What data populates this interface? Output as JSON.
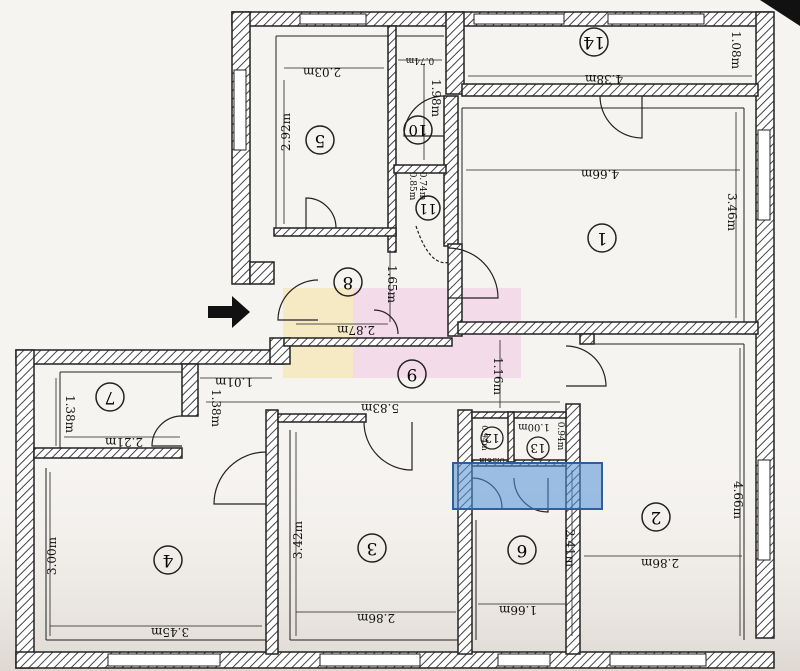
{
  "rooms": [
    {
      "id": "r1",
      "number": "1"
    },
    {
      "id": "r2",
      "number": "2"
    },
    {
      "id": "r3",
      "number": "3"
    },
    {
      "id": "r4",
      "number": "4"
    },
    {
      "id": "r5",
      "number": "5"
    },
    {
      "id": "r6",
      "number": "6"
    },
    {
      "id": "r7",
      "number": "7"
    },
    {
      "id": "r8",
      "number": "8"
    },
    {
      "id": "r9",
      "number": "9"
    },
    {
      "id": "r10",
      "number": "10"
    },
    {
      "id": "r11",
      "number": "11"
    },
    {
      "id": "r12",
      "number": "12"
    },
    {
      "id": "r13",
      "number": "13"
    },
    {
      "id": "r14",
      "number": "14"
    }
  ],
  "dimensions": [
    {
      "id": "d14w",
      "text": "4.38m"
    },
    {
      "id": "d14h",
      "text": "1.08m"
    },
    {
      "id": "d5w",
      "text": "2.03m"
    },
    {
      "id": "d5h",
      "text": "2.92m"
    },
    {
      "id": "d10w",
      "text": "0.74m"
    },
    {
      "id": "d10h",
      "text": "1.98m"
    },
    {
      "id": "d1w",
      "text": "4.66m"
    },
    {
      "id": "d1h",
      "text": "3.46m"
    },
    {
      "id": "d11w",
      "text": "0.74m"
    },
    {
      "id": "d11h",
      "text": "0.85m"
    },
    {
      "id": "d8h",
      "text": "1.65m"
    },
    {
      "id": "d8w",
      "text": "2.87m"
    },
    {
      "id": "d9a",
      "text": "1.01m"
    },
    {
      "id": "d9h",
      "text": "1.16m"
    },
    {
      "id": "d9w",
      "text": "5.83m"
    },
    {
      "id": "d9b",
      "text": "1.38m"
    },
    {
      "id": "d7h",
      "text": "1.38m"
    },
    {
      "id": "d7w",
      "text": "2.21m"
    },
    {
      "id": "d12w",
      "text": "0.56m"
    },
    {
      "id": "d12h",
      "text": "0.94m"
    },
    {
      "id": "d13w",
      "text": "1.00m"
    },
    {
      "id": "d13h",
      "text": "0.94m"
    },
    {
      "id": "d2h",
      "text": "4.66m"
    },
    {
      "id": "d2w",
      "text": "2.86m"
    },
    {
      "id": "d4h",
      "text": "3.00m"
    },
    {
      "id": "d4w",
      "text": "3.45m"
    },
    {
      "id": "d3h",
      "text": "3.42m"
    },
    {
      "id": "d3w",
      "text": "2.86m"
    },
    {
      "id": "d6h",
      "text": "2.41m"
    },
    {
      "id": "d6w",
      "text": "1.66m"
    }
  ],
  "colors": {
    "wall": "#2a2a2a",
    "hatch": "#555555",
    "paper": "#f6f4f1",
    "highlight": "#4f8fd6",
    "watermark_a": "#f6e6b0",
    "watermark_b": "#f3c9e6"
  },
  "icons": [
    "entrance-arrow-icon"
  ]
}
